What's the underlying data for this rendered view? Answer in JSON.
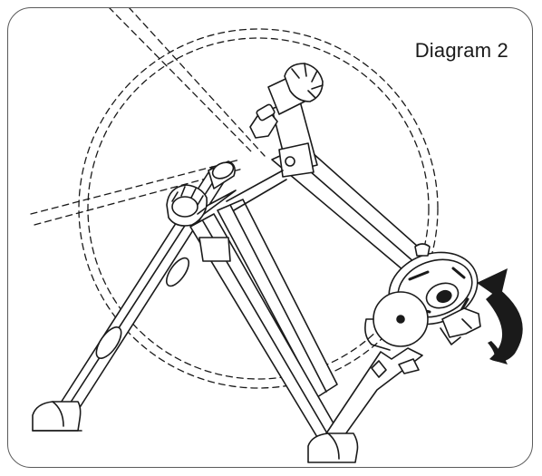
{
  "diagram": {
    "title": "Diagram 2",
    "colors": {
      "stroke": "#1a1a1a",
      "frame": "#5a5a5a",
      "background": "#ffffff"
    },
    "parts": [
      "wheel-outline",
      "bike-frame-hint",
      "trainer-frame",
      "left-axle-knob",
      "right-axle-knob",
      "resistance-unit",
      "rotation-arrow",
      "feet"
    ]
  }
}
